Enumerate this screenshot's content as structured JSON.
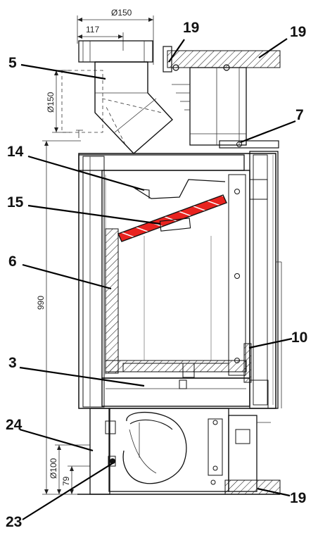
{
  "callouts": {
    "c19_top": "19",
    "c19_right": "19",
    "c5": "5",
    "c7": "7",
    "c14": "14",
    "c15": "15",
    "c6": "6",
    "c10": "10",
    "c3": "3",
    "c24": "24",
    "c19_bottom": "19",
    "c23": "23"
  },
  "dimensions": {
    "d150_top": "Ø150",
    "d117": "117",
    "d150_side": "Ø150",
    "d990": "990",
    "d100": "Ø100",
    "d79": "79"
  },
  "colors": {
    "baffle_red": "#e8231f",
    "line": "#111111"
  }
}
